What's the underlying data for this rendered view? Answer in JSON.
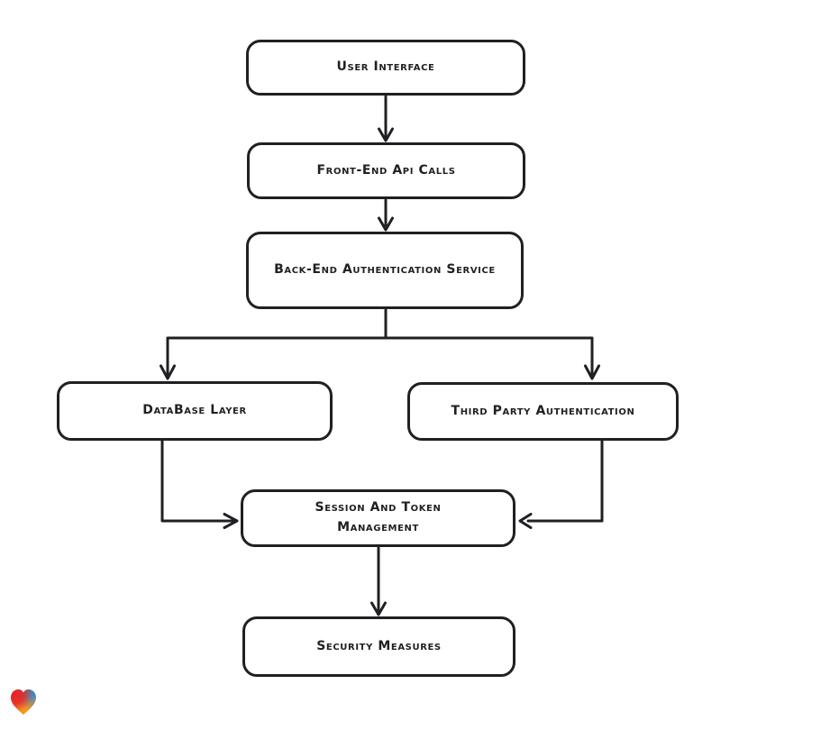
{
  "diagram": {
    "type": "flowchart",
    "nodes": [
      {
        "id": "user-interface",
        "label": "User Interface"
      },
      {
        "id": "front-end-api-calls",
        "label": "Front-End Api Calls"
      },
      {
        "id": "back-end-authentication-service",
        "label": "Back-End Authentication Service"
      },
      {
        "id": "database-layer",
        "label": "DataBase Layer"
      },
      {
        "id": "third-party-authentication",
        "label": "Third Party Authentication"
      },
      {
        "id": "session-and-token-management",
        "label": "Session And Token Management"
      },
      {
        "id": "security-measures",
        "label": "Security Measures"
      }
    ],
    "edges": [
      {
        "from": "user-interface",
        "to": "front-end-api-calls"
      },
      {
        "from": "front-end-api-calls",
        "to": "back-end-authentication-service"
      },
      {
        "from": "back-end-authentication-service",
        "to": "database-layer"
      },
      {
        "from": "back-end-authentication-service",
        "to": "third-party-authentication"
      },
      {
        "from": "database-layer",
        "to": "session-and-token-management"
      },
      {
        "from": "third-party-authentication",
        "to": "session-and-token-management"
      },
      {
        "from": "session-and-token-management",
        "to": "security-measures"
      }
    ],
    "style": {
      "stroke_color": "#1f2023",
      "node_fill": "#ffffff",
      "background": "#ffffff"
    },
    "logo": {
      "name": "heart-logo",
      "gradient_colors": [
        "#e4232b",
        "#2ba87c",
        "#2e86d8",
        "#f7941d"
      ]
    }
  }
}
